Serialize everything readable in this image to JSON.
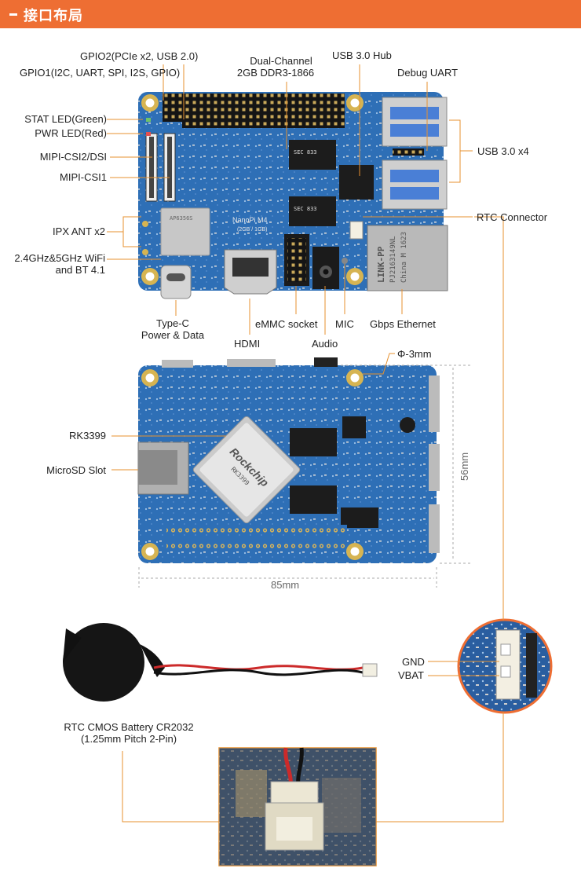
{
  "header": {
    "title": "接口布局"
  },
  "colors": {
    "accent": "#ee6e33",
    "pcb": "#2e6fb6",
    "leader": "#e7912f"
  },
  "labels": {
    "gpio2": "GPIO2(PCIe x2, USB 2.0)",
    "gpio1": "GPIO1(I2C, UART, SPI, I2S, GPIO)",
    "ddr_line1": "Dual-Channel",
    "ddr_line2": "2GB DDR3-1866",
    "usb_hub": "USB 3.0 Hub",
    "debug_uart": "Debug UART",
    "stat_led": "STAT LED(Green)",
    "pwr_led": "PWR LED(Red)",
    "mipi_csi2": "MIPI-CSI2/DSI",
    "mipi_csi1": "MIPI-CSI1",
    "usb30x4": "USB 3.0 x4",
    "rtc_connector": "RTC Connector",
    "ipx_ant": "IPX ANT x2",
    "wifi_line1": "2.4GHz&5GHz WiFi",
    "wifi_line2": "and BT 4.1",
    "typec_line1": "Type-C",
    "typec_line2": "Power & Data",
    "hdmi": "HDMI",
    "emmc": "eMMC socket",
    "audio": "Audio",
    "mic": "MIC",
    "ethernet": "Gbps Ethernet",
    "hole": "Φ-3mm",
    "rk3399": "RK3399",
    "microsd": "MicroSD Slot",
    "dim_h": "56mm",
    "dim_w": "85mm",
    "gnd": "GND",
    "vbat": "VBAT",
    "battery_line1": "RTC CMOS Battery CR2032",
    "battery_line2": "(1.25mm Pitch 2-Pin)"
  },
  "board_text": {
    "model": "NanoPi M4",
    "model_sub": "(2GB / 1GB)",
    "soc_brand": "Rockchip",
    "soc_model": "RK3399",
    "eth_brand": "LINK-PP",
    "eth_part": "PJ2163149NL",
    "eth_origin": "China M 1623"
  }
}
